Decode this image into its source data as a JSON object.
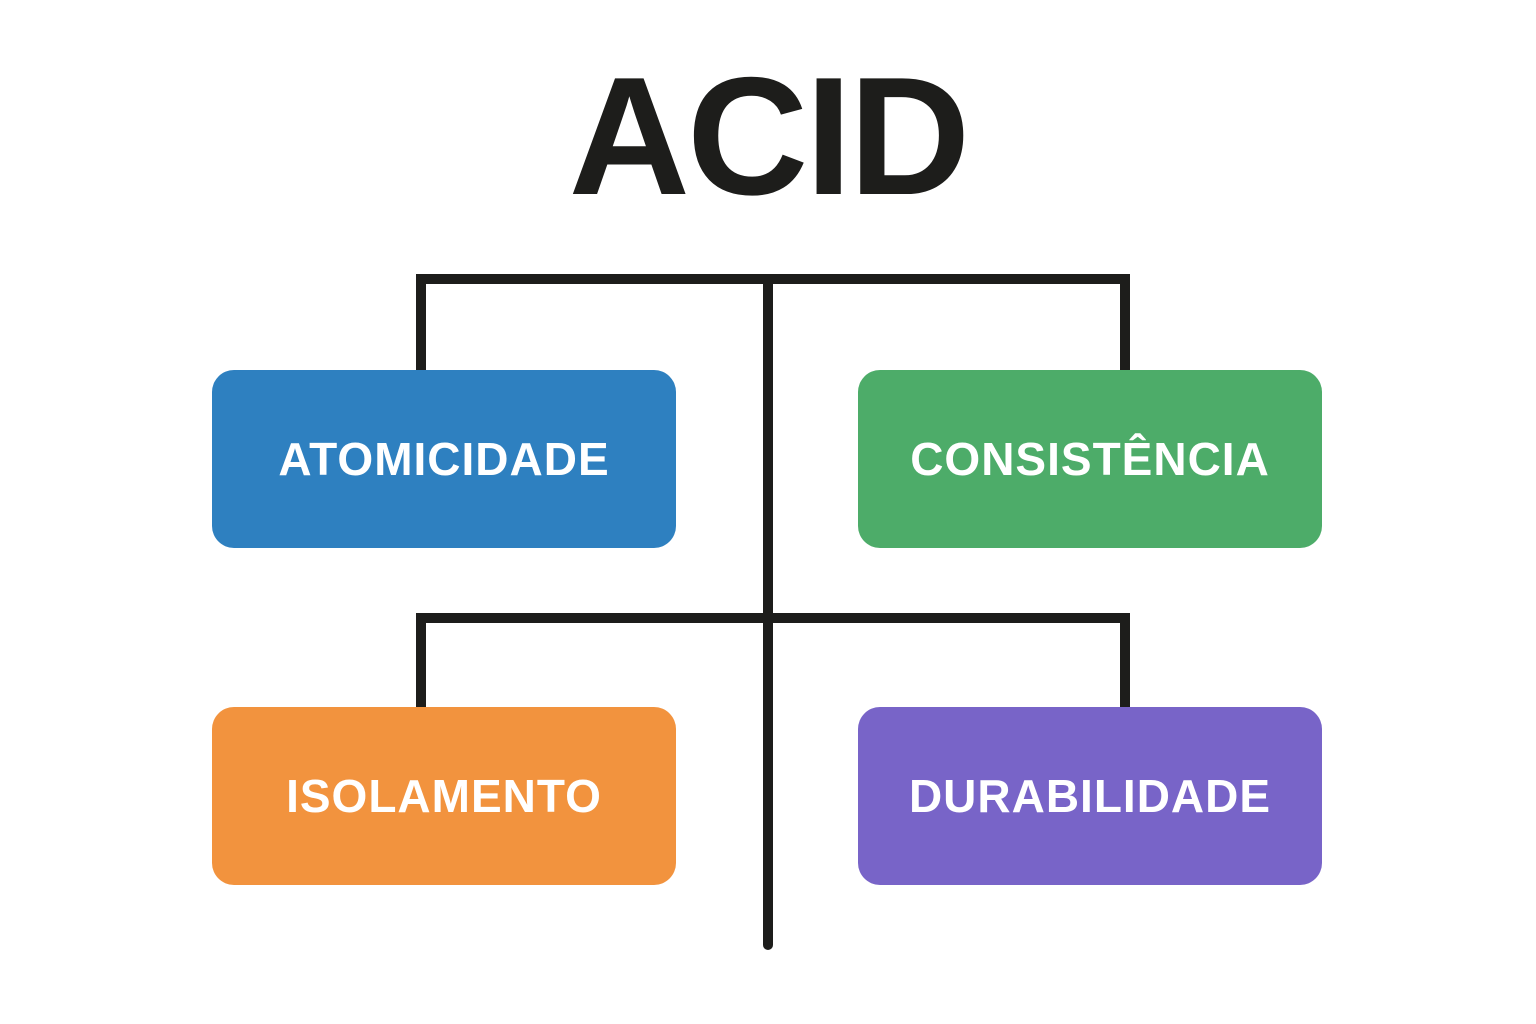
{
  "diagram": {
    "title": "ACID",
    "colors": {
      "background": "#ffffff",
      "line": "#1d1d1b",
      "title_text": "#1d1d1b",
      "label_text": "#ffffff"
    },
    "nodes": [
      {
        "id": "atomicidade",
        "label": "ATOMICIDADE",
        "color": "#2e80c0",
        "position": "top-left"
      },
      {
        "id": "consistencia",
        "label": "CONSISTÊNCIA",
        "color": "#4dac69",
        "position": "top-right"
      },
      {
        "id": "isolamento",
        "label": "ISOLAMENTO",
        "color": "#f2933e",
        "position": "bottom-left"
      },
      {
        "id": "durabilidade",
        "label": "DURABILIDADE",
        "color": "#7864c8",
        "position": "bottom-right"
      }
    ]
  }
}
